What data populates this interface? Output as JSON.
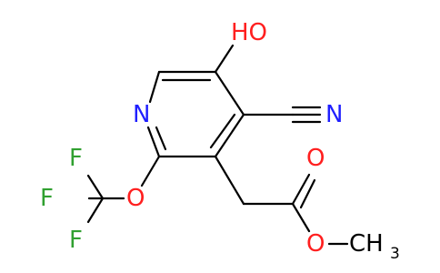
{
  "molecule": {
    "labels": {
      "hydroxyl": "HO",
      "ring_nitrogen": "N",
      "nitrile_nitrogen": "N",
      "ester_carbonyl_oxygen": "O",
      "ester_alkoxy_oxygen": "O",
      "methyl_c": "CH",
      "methyl_subscript": "3",
      "ether_oxygen": "O",
      "fluorine_top": "F",
      "fluorine_left": "F",
      "fluorine_bottom": "F"
    },
    "colors": {
      "carbon": "#000000",
      "nitrogen": "#1f1fff",
      "oxygen": "#ff1f1f",
      "fluorine": "#30a030"
    }
  }
}
